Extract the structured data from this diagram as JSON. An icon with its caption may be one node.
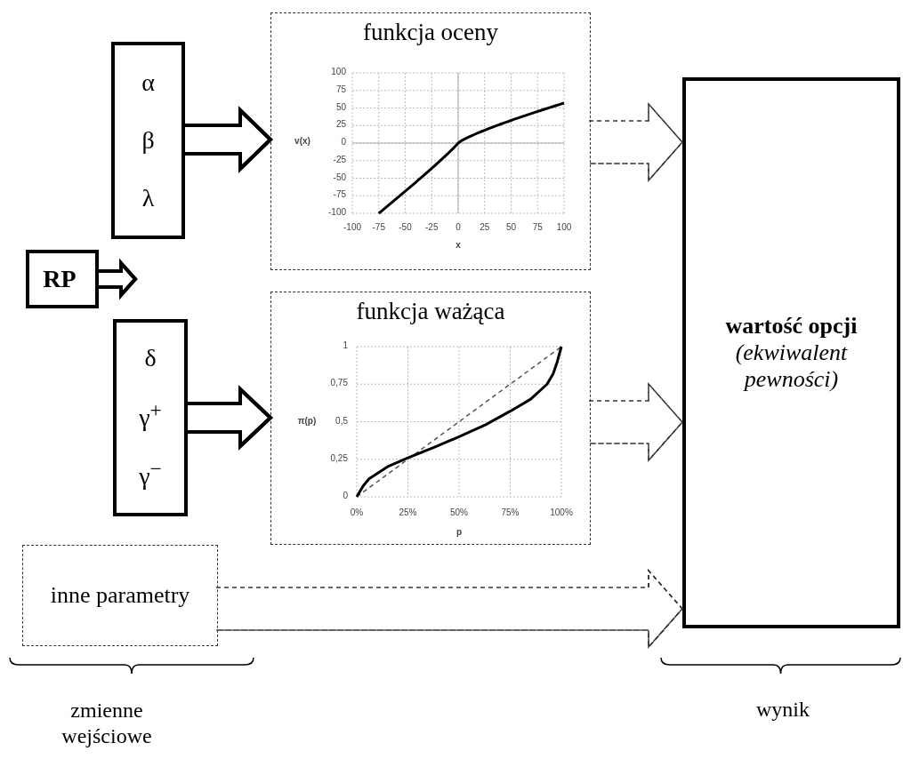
{
  "diagram": {
    "nodes": [
      {
        "text": [
          "α",
          "β",
          "λ"
        ]
      },
      {
        "text": [
          "RP"
        ]
      },
      {
        "text": [
          "δ",
          "γ$^{+}$",
          "γ$^{−}$"
        ]
      },
      {
        "text": [
          "funkcja oceny"
        ]
      },
      {
        "text": [
          "funkcja ważąca"
        ]
      },
      {
        "text": [
          "inne parametry"
        ]
      },
      {
        "text": [
          "wartość opcji",
          "(ekwiwalent pewności)"
        ]
      }
    ],
    "edges": [
      {
        "from": 0,
        "to": 3,
        "arrow": "to",
        "style": "thick"
      },
      {
        "from": 1,
        "to": null,
        "arrow": "to",
        "style": "thick"
      },
      {
        "from": 2,
        "to": 4,
        "arrow": "to",
        "style": "thick"
      },
      {
        "from": 3,
        "to": 6,
        "arrow": "to",
        "style": "dashed"
      },
      {
        "from": 4,
        "to": 6,
        "arrow": "to",
        "style": "dashed"
      },
      {
        "from": 5,
        "to": 6,
        "arrow": "to",
        "style": "dashed"
      }
    ],
    "labels": [
      "100",
      "75",
      "50",
      "25",
      "0",
      "-25",
      "-50",
      "-75",
      "-100",
      "v(x)",
      "-100",
      "-75",
      "-50",
      "-25",
      "0",
      "25",
      "50",
      "75",
      "100",
      "x",
      "1",
      "0,75",
      "0,5",
      "0,25",
      "0",
      "π(p)",
      "0%",
      "25%",
      "50%",
      "75%",
      "100%",
      "p",
      "zmienne wejściowe",
      "wynik"
    ]
  }
}
